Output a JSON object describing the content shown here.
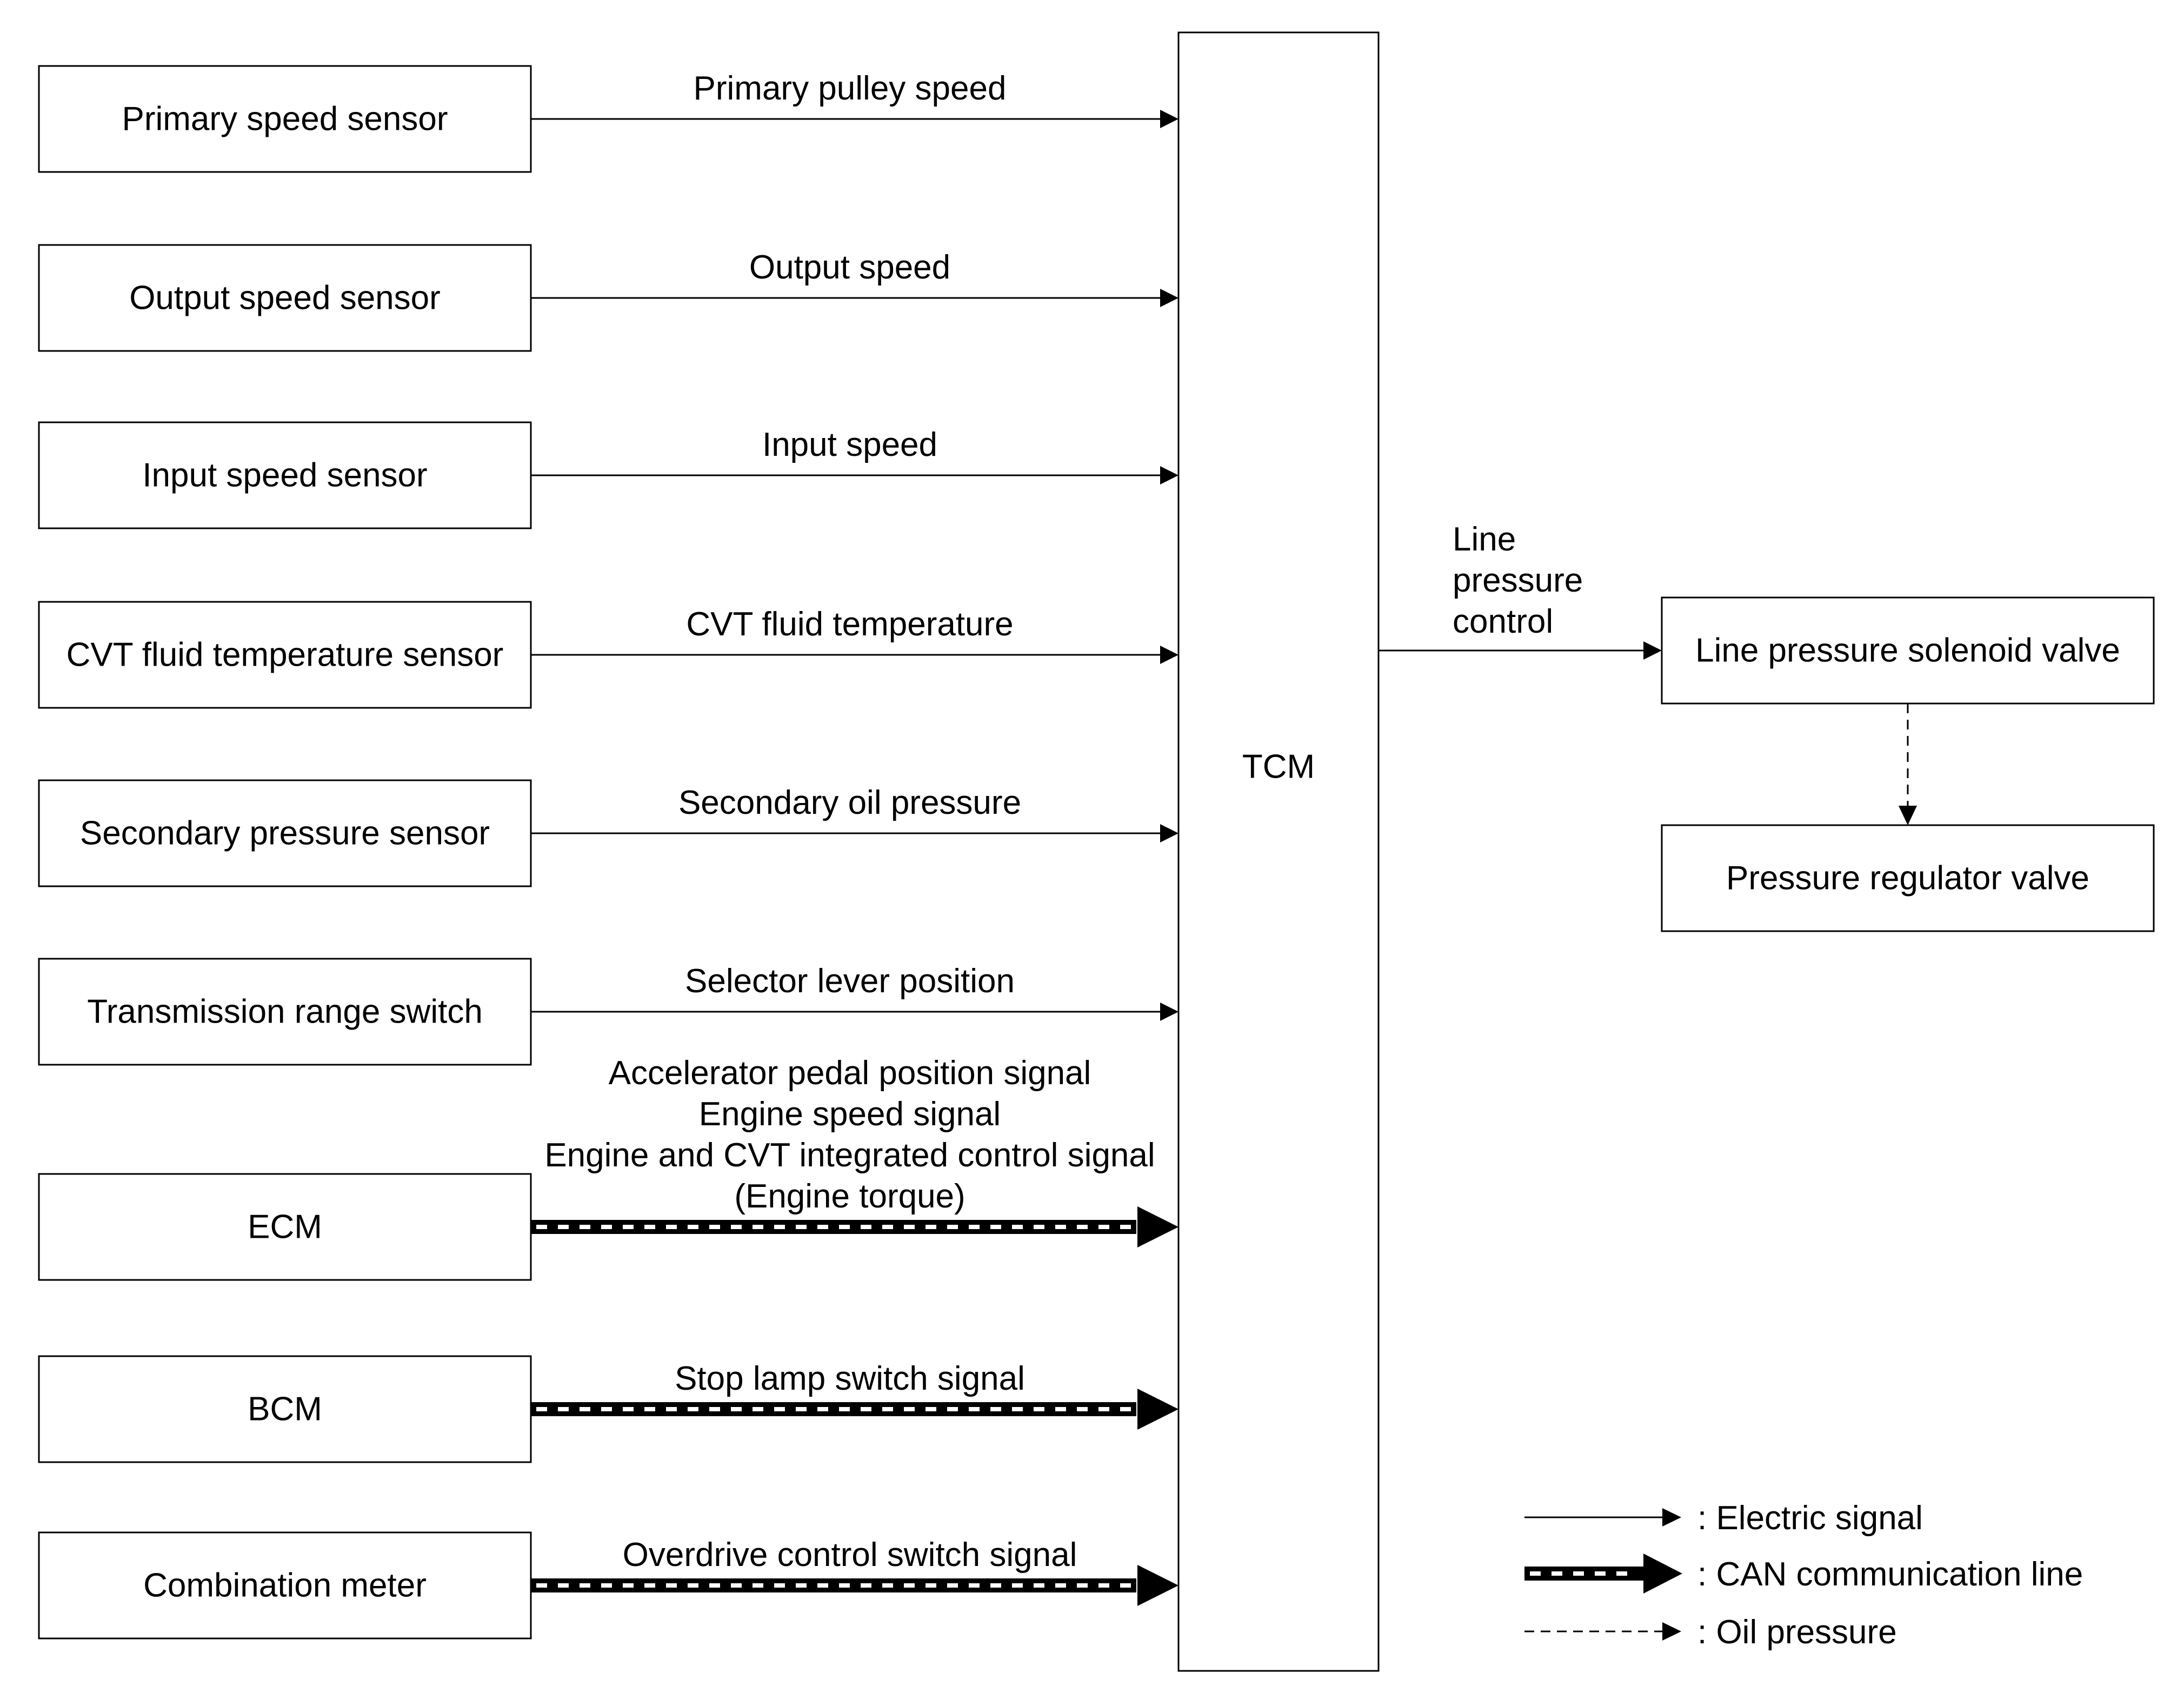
{
  "tcm": {
    "label": "TCM"
  },
  "inputs": [
    {
      "box": "Primary speed sensor",
      "signal": [
        "Primary pulley speed"
      ],
      "type": "electric"
    },
    {
      "box": "Output speed sensor",
      "signal": [
        "Output speed"
      ],
      "type": "electric"
    },
    {
      "box": "Input speed sensor",
      "signal": [
        "Input speed"
      ],
      "type": "electric"
    },
    {
      "box": "CVT fluid temperature sensor",
      "signal": [
        "CVT fluid temperature"
      ],
      "type": "electric"
    },
    {
      "box": "Secondary pressure sensor",
      "signal": [
        "Secondary oil pressure"
      ],
      "type": "electric"
    },
    {
      "box": "Transmission range switch",
      "signal": [
        "Selector lever position"
      ],
      "type": "electric"
    },
    {
      "box": "ECM",
      "signal": [
        "Accelerator pedal position signal",
        "Engine speed signal",
        "Engine and CVT integrated control signal",
        "(Engine torque)"
      ],
      "type": "can"
    },
    {
      "box": "BCM",
      "signal": [
        "Stop lamp switch signal"
      ],
      "type": "can"
    },
    {
      "box": "Combination meter",
      "signal": [
        "Overdrive control switch signal"
      ],
      "type": "can"
    }
  ],
  "output": {
    "signal": [
      "Line",
      "pressure",
      "control"
    ],
    "solenoid": "Line pressure solenoid valve",
    "regulator": "Pressure regulator valve"
  },
  "legend": [
    {
      "type": "electric",
      "label": ": Electric signal"
    },
    {
      "type": "can",
      "label": ": CAN communication line"
    },
    {
      "type": "oil",
      "label": ": Oil pressure"
    }
  ]
}
